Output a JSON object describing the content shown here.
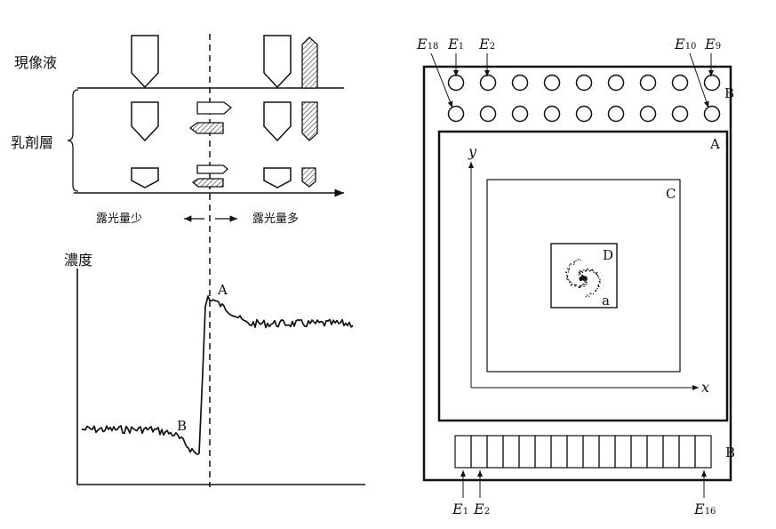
{
  "left_panel": {
    "developer_label": "現像液",
    "emulsion_label": "乳剤層",
    "low_exposure_label": "露光量少",
    "high_exposure_label": "露光量多",
    "density_label": "濃度",
    "point_a_label": "A",
    "point_b_label": "B"
  },
  "right_panel": {
    "electrodes_top": [
      {
        "letter": "E",
        "index": "18"
      },
      {
        "letter": "E",
        "index": "1"
      },
      {
        "letter": "E",
        "index": "2"
      },
      {
        "letter": "E",
        "index": "10"
      },
      {
        "letter": "E",
        "index": "9"
      }
    ],
    "electrodes_bottom": [
      {
        "letter": "E",
        "index": "1"
      },
      {
        "letter": "E",
        "index": "2"
      },
      {
        "letter": "E",
        "index": "16"
      }
    ],
    "region_b_label": "B",
    "region_a_label": "A",
    "region_c_label": "C",
    "region_d_label": "D",
    "small_a_label": "a",
    "x_axis_label": "x",
    "y_axis_label": "y",
    "circle_columns": 9,
    "circle_rows": 2,
    "strip_cells": 16
  }
}
